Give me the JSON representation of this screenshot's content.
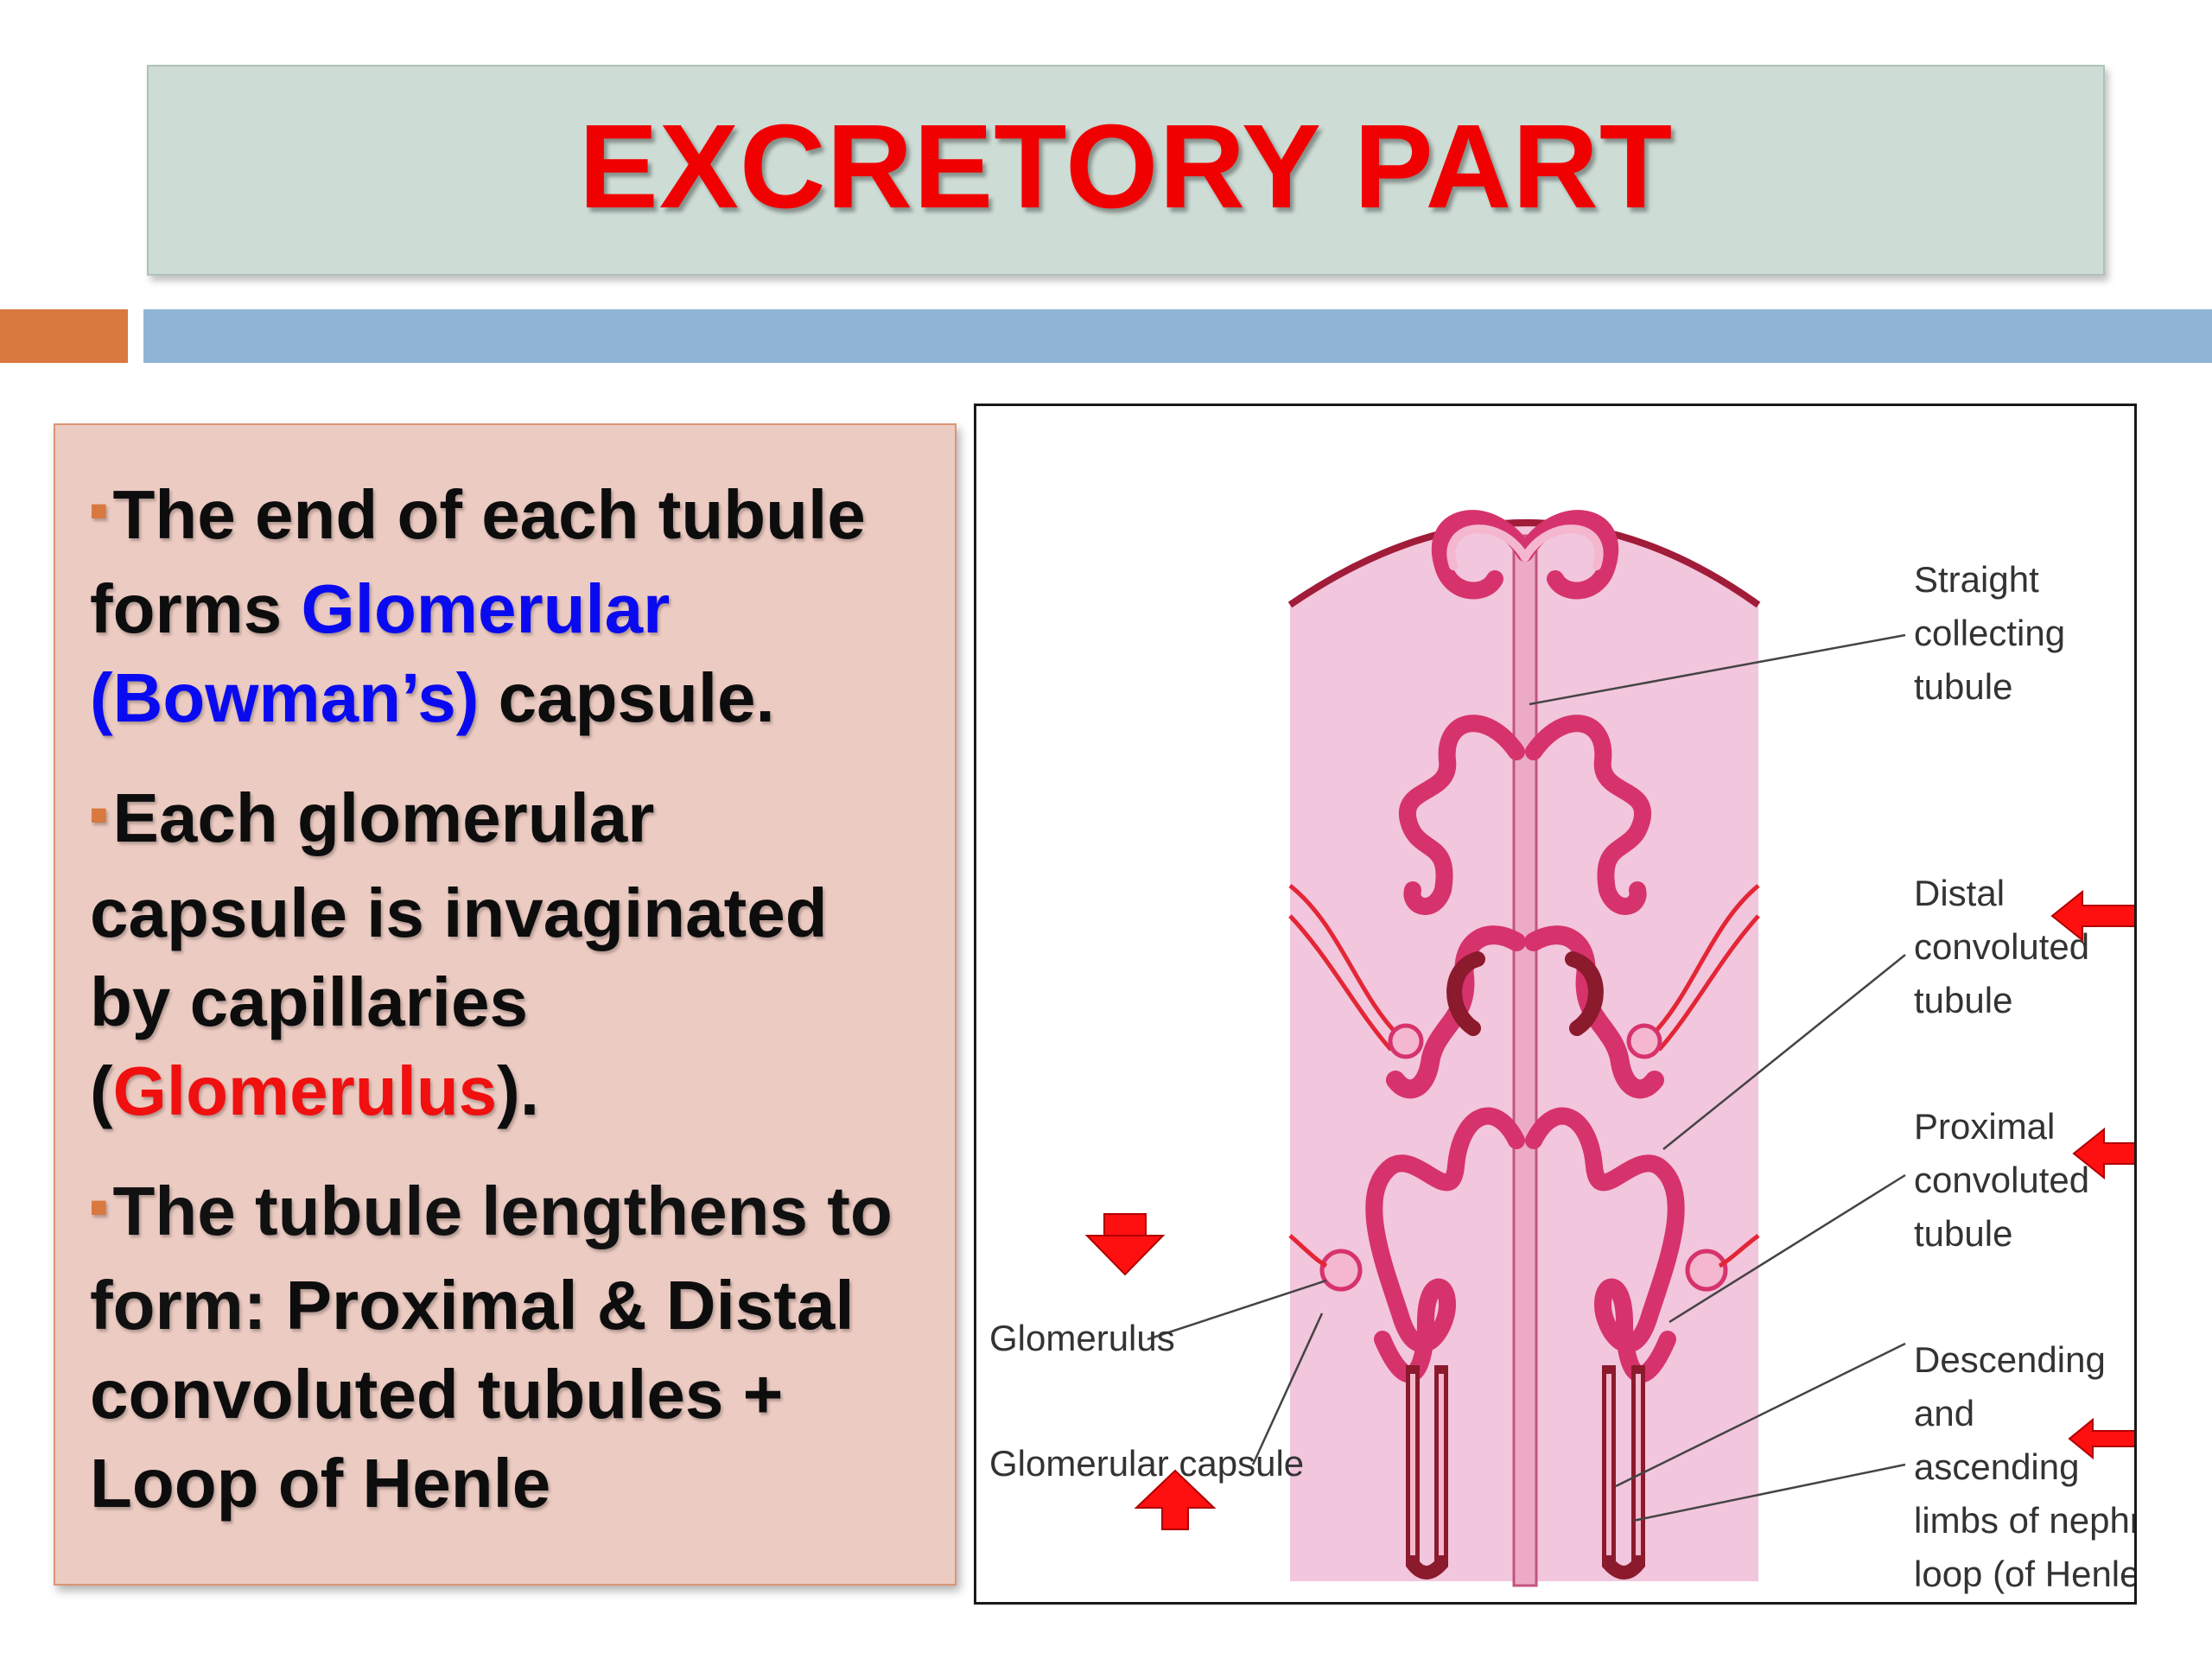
{
  "title": "EXCRETORY PART",
  "bullets": {
    "b1": {
      "t1": "The end of each tubule forms ",
      "t2": "Glomerular (Bowman’s)",
      "t3": " capsule."
    },
    "b2": {
      "t1": "Each glomerular capsule is invaginated by capillaries (",
      "t2": "Glomerulus",
      "t3": ")."
    },
    "b3": {
      "t1": "The tubule lengthens to form: ",
      "t2": "Proximal & Distal convoluted tubules + Loop of Henle"
    }
  },
  "figure": {
    "labels": {
      "straight": [
        "Straight",
        "collecting",
        "tubule"
      ],
      "distal": [
        "Distal",
        "convoluted",
        "tubule"
      ],
      "proximal": [
        "Proximal",
        "convoluted",
        "tubule"
      ],
      "descending": [
        "Descending",
        "and",
        "ascending",
        "limbs of nephron",
        "loop (of Henle)"
      ],
      "glomerulus": "Glomerulus",
      "capsule": "Glomerular capsule"
    }
  },
  "colors": {
    "title_red": "#f00000",
    "highlight_blue": "#0a0af0",
    "highlight_red": "#f01010",
    "arrow_red": "#ff1010",
    "tissue_pink": "#f2c6dc",
    "tubule_magenta": "#d6336c",
    "capillary_dark": "#8b1a2c"
  },
  "icons": [
    "bullet-square-icon",
    "red-arrow-left-icon",
    "red-arrow-down-icon",
    "red-arrow-up-icon"
  ]
}
